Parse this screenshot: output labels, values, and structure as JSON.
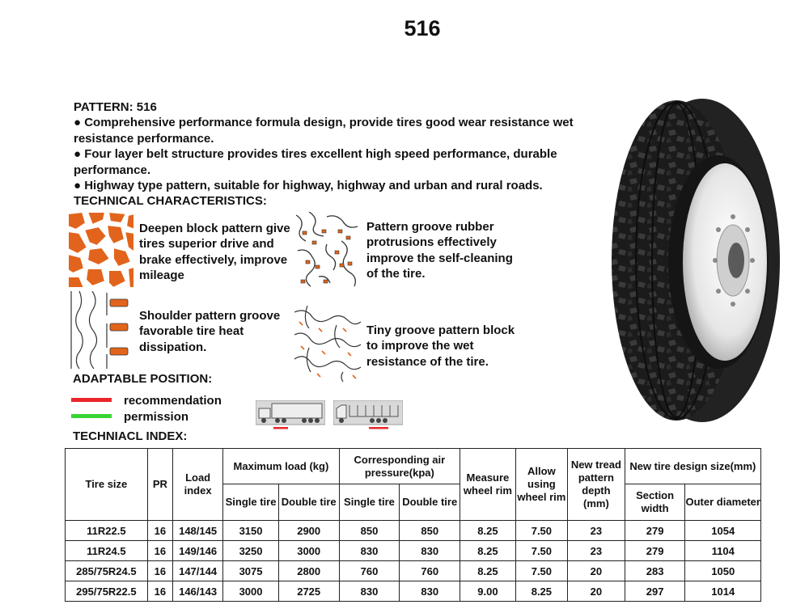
{
  "title": "516",
  "pattern_line": "PATTERN:  516",
  "bullets": [
    "● Comprehensive performance formula design, provide tires good wear resistance wet resistance performance.",
    "● Four layer belt structure provides tires excellent high speed performance, durable performance.",
    "● Highway type pattern, suitable for highway, highway and urban and rural roads."
  ],
  "tech_heading": "TECHNICAL CHARACTERISTICS:",
  "features": [
    "Deepen block pattern give tires superior drive and brake effectively, improve mileage",
    "Pattern groove rubber protrusions effectively improve the self-cleaning of the tire.",
    "Shoulder pattern groove favorable tire heat dissipation.",
    "Tiny groove pattern block to improve the wet resistance of the tire."
  ],
  "position_heading": "ADAPTABLE POSITION:",
  "legend": [
    {
      "label": "recommendation",
      "color": "#e8262b"
    },
    {
      "label": "permission",
      "color": "#39d433"
    }
  ],
  "index_heading": "TECHNIACL INDEX:",
  "table": {
    "header": {
      "tire_size": "Tire size",
      "pr": "PR",
      "load_index": "Load index",
      "max_load": "Maximum load (kg)",
      "pressure": "Corresponding air pressure(kpa)",
      "measure_rim": "Measure wheel rim",
      "allow_rim": "Allow using wheel rim",
      "tread_depth": "New tread pattern depth (mm)",
      "design_size": "New tire design size(mm)",
      "single": "Single tire",
      "double": "Double tire",
      "section_width": "Section width",
      "outer_diameter": "Outer diameter"
    },
    "rows": [
      [
        "11R22.5",
        "16",
        "148/145",
        "3150",
        "2900",
        "850",
        "850",
        "8.25",
        "7.50",
        "23",
        "279",
        "1054"
      ],
      [
        "11R24.5",
        "16",
        "149/146",
        "3250",
        "3000",
        "830",
        "830",
        "8.25",
        "7.50",
        "23",
        "279",
        "1104"
      ],
      [
        "285/75R24.5",
        "16",
        "147/144",
        "3075",
        "2800",
        "760",
        "760",
        "8.25",
        "7.50",
        "20",
        "283",
        "1050"
      ],
      [
        "295/75R22.5",
        "16",
        "146/143",
        "3000",
        "2725",
        "830",
        "830",
        "9.00",
        "8.25",
        "20",
        "297",
        "1014"
      ]
    ]
  },
  "colors": {
    "pattern_orange": "#e2641c",
    "recommendation": "#e8262b",
    "permission": "#39d433",
    "tire_black": "#1b1b1b"
  },
  "icons": [
    "tire-photo",
    "deep-block-pattern-icon",
    "groove-protrusion-pattern-icon",
    "shoulder-groove-pattern-icon",
    "tiny-groove-pattern-icon",
    "truck-tractor-icon",
    "truck-rigid-icon"
  ]
}
